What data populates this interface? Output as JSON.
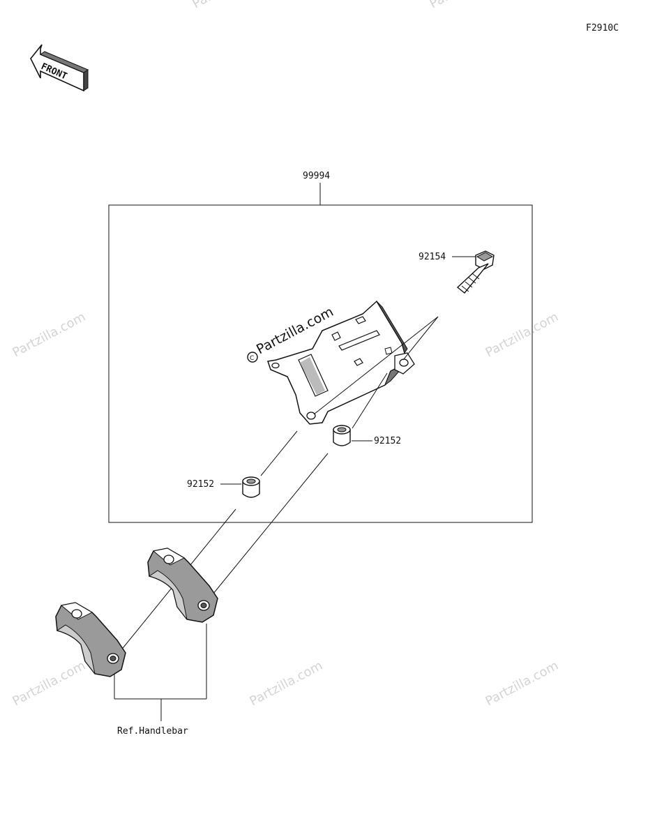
{
  "figure_code": "F2910C",
  "front_arrow_label": "FRONT",
  "kit_part_number": "99994",
  "parts": {
    "bolt": "92154",
    "collar_right": "92152",
    "collar_left": "92152"
  },
  "reference_label": "Ref.Handlebar",
  "watermark": "Partzilla.com",
  "colors": {
    "line": "#111111",
    "shade": "#9a9a9a",
    "watermark": "#d4d4d4"
  }
}
